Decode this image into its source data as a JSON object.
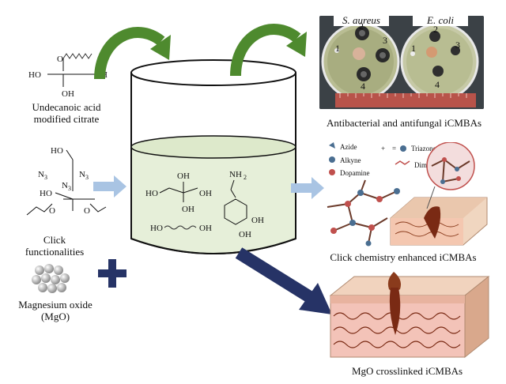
{
  "left_labels": {
    "citrate_line1": "Undecanoic acid",
    "citrate_line2": "modified citrate",
    "click_line1": "Click",
    "click_line2": "functionalities",
    "mgo_line1": "Magnesium oxide",
    "mgo_line2": "(MgO)"
  },
  "citrate_structure": {
    "oh1": "HO",
    "oh2": "OH",
    "oh3": "OH"
  },
  "click_structure": {
    "ho": "HO",
    "n3a": "N",
    "n3b": "N",
    "n3c": "N",
    "sub": "3",
    "ho2": "HO"
  },
  "beaker_structure": {
    "citric_ho": "HO",
    "citric_oh_top": "OH",
    "citric_oh_right": "OH",
    "citric_oh_bottom": "OH",
    "nh2": "NH",
    "nh2_sub": "2",
    "dopamine_oh1": "OH",
    "dopamine_oh2": "OH",
    "diol_left": "HO",
    "diol_right": "OH"
  },
  "petri": {
    "left_title": "S. aureus",
    "right_title": "E. coli",
    "left_numbers": [
      "1",
      "2",
      "3",
      "4"
    ],
    "right_numbers": [
      "1",
      "2",
      "3",
      "4"
    ],
    "caption": "Antibacterial and antifungal iCMBAs"
  },
  "click_panel": {
    "legend_azide": "Azide",
    "legend_alkyne": "Alkyne",
    "legend_dopamine": "Dopamine",
    "legend_triazone": "Triazone",
    "legend_dimer": "Dimer",
    "caption": "Click chemistry enhanced iCMBAs"
  },
  "mgo_panel": {
    "caption": "MgO crosslinked iCMBAs"
  },
  "colors": {
    "green_arrow": "#4e8a2e",
    "blue_arrow": "#a9c4e3",
    "navy": "#263366",
    "liquid": "#e6efd9",
    "skin": "#e9c4a8",
    "glue": "#8a3b1c"
  }
}
